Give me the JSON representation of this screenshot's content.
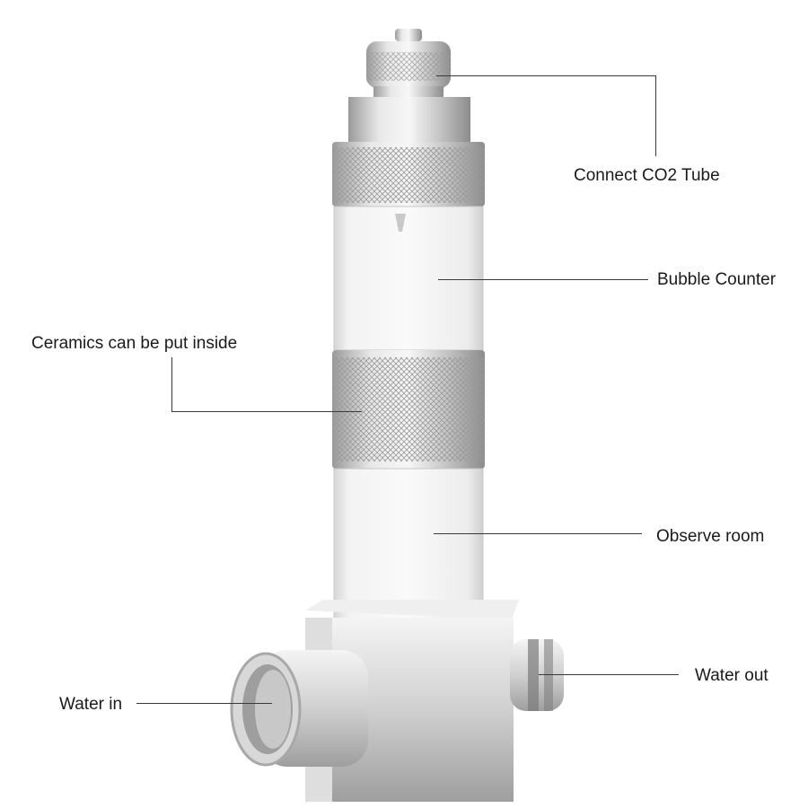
{
  "diagram": {
    "subject": "CO2 diffuser / bubble counter with inline water connector",
    "labels": [
      {
        "id": "connect-co2-tube",
        "text": "Connect CO2 Tube"
      },
      {
        "id": "bubble-counter",
        "text": "Bubble Counter"
      },
      {
        "id": "ceramics-inside",
        "text": "Ceramics can be put inside"
      },
      {
        "id": "observe-room",
        "text": "Observe room"
      },
      {
        "id": "water-in",
        "text": "Water in"
      },
      {
        "id": "water-out",
        "text": "Water out"
      }
    ]
  },
  "colors": {
    "background": "#ffffff",
    "text": "#1a1a1a",
    "leader_line": "#3a3a3a",
    "metal_light": "#e6e6e6",
    "metal_mid": "#bdbdbd",
    "metal_dark": "#8a8a8a",
    "acrylic": "#f2f2f2"
  }
}
